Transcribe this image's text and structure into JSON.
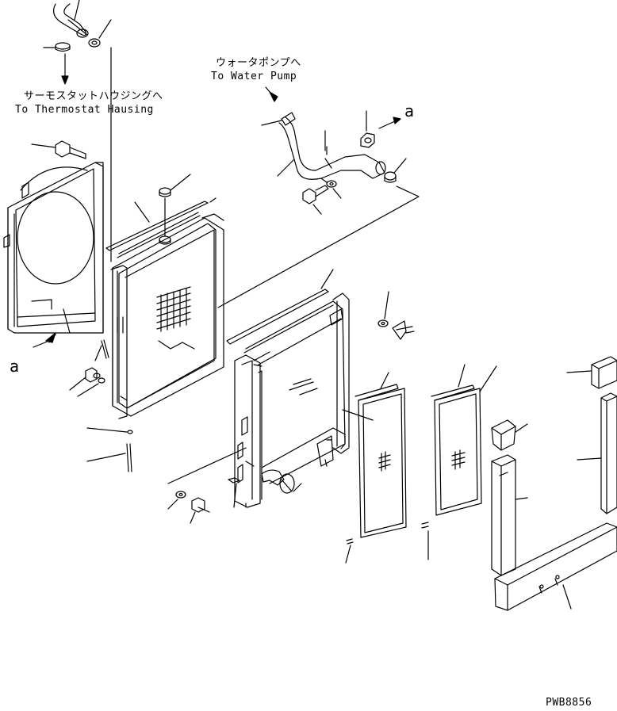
{
  "labels": {
    "thermostat_jp": "サーモスタットハウジングへ",
    "thermostat_en": "To Thermostat Hausing",
    "water_pump_jp": "ウォータポンプへ",
    "water_pump_en": "To Water Pump",
    "ref_a_right": "a",
    "ref_a_left": "a",
    "drawing_number": "PWB8856"
  }
}
